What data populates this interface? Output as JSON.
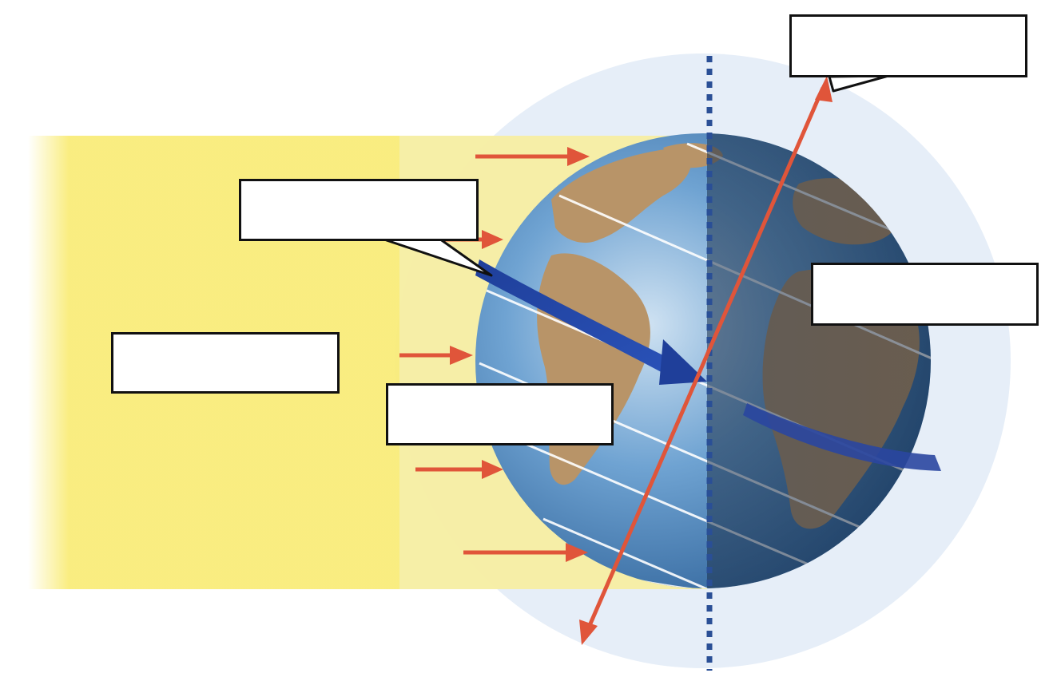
{
  "diagram": {
    "type": "earth-axial-tilt-sunlight",
    "colors": {
      "sunlight": "#f9ec7a",
      "halo": "#e6eef8",
      "ocean": "#3f7fb8",
      "land": "#b89468",
      "arrow_red": "#e0553a",
      "orbit_blue": "#1f3f9a",
      "axis_dotted": "#2a4f96",
      "latitude_lines": "#ffffff"
    },
    "icons": [
      "sun-ray-arrow",
      "rotation-axis-arrow",
      "orbit-direction-arrow",
      "circle-of-illumination"
    ],
    "labels": {
      "box_top_right": "",
      "box_upper_left": "",
      "box_right": "",
      "box_left": "",
      "box_center": ""
    }
  }
}
